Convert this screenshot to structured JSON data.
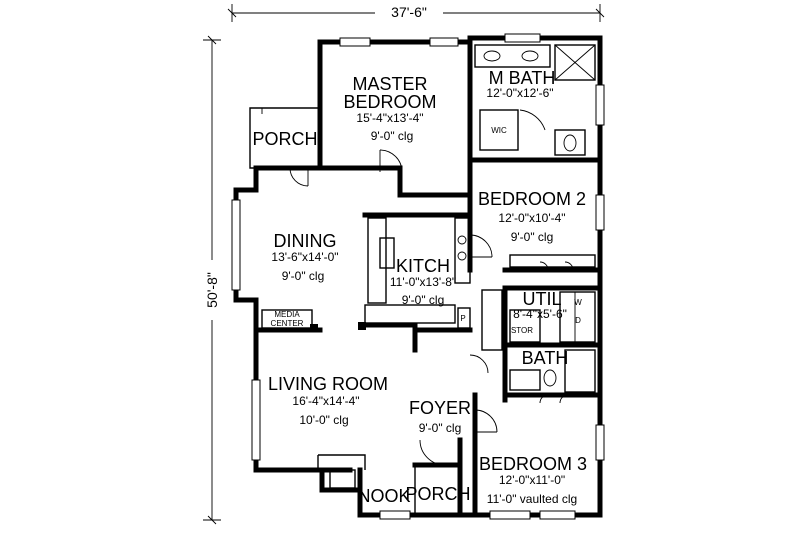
{
  "dimensions": {
    "width_label": "37'-6\"",
    "depth_label": "50'-8\""
  },
  "rooms": {
    "master_bedroom": {
      "name_line1": "MASTER",
      "name_line2": "BEDROOM",
      "size": "15'-4\"x13'-4\"",
      "ceiling": "9'-0\" clg"
    },
    "master_bath": {
      "name": "M BATH",
      "size": "12'-0\"x12'-6\"",
      "wic": "WIC"
    },
    "porch_side": {
      "name": "PORCH"
    },
    "bedroom2": {
      "name": "BEDROOM 2",
      "size": "12'-0\"x10'-4\"",
      "ceiling": "9'-0\" clg"
    },
    "dining": {
      "name": "DINING",
      "size": "13'-6\"x14'-0\"",
      "ceiling": "9'-0\" clg"
    },
    "kitchen": {
      "name": "KITCH",
      "size": "11'-0\"x13'-8\"",
      "ceiling": "9'-0\" clg",
      "pantry": "P"
    },
    "util": {
      "name": "UTIL",
      "size": "8'-4\"x5'-6\"",
      "stor": "STOR",
      "washer": "W",
      "dryer": "D"
    },
    "media_center": {
      "line1": "MEDIA",
      "line2": "CENTER"
    },
    "bath": {
      "name": "BATH"
    },
    "living_room": {
      "name": "LIVING ROOM",
      "size": "16'-4\"x14'-4\"",
      "ceiling": "10'-0\" clg"
    },
    "foyer": {
      "name": "FOYER",
      "ceiling": "9'-0\" clg"
    },
    "bedroom3": {
      "name": "BEDROOM 3",
      "size": "12'-0\"x11'-0\"",
      "ceiling": "11'-0\" vaulted clg"
    },
    "nook": {
      "name": "NOOK"
    },
    "porch_front": {
      "name": "PORCH"
    }
  }
}
